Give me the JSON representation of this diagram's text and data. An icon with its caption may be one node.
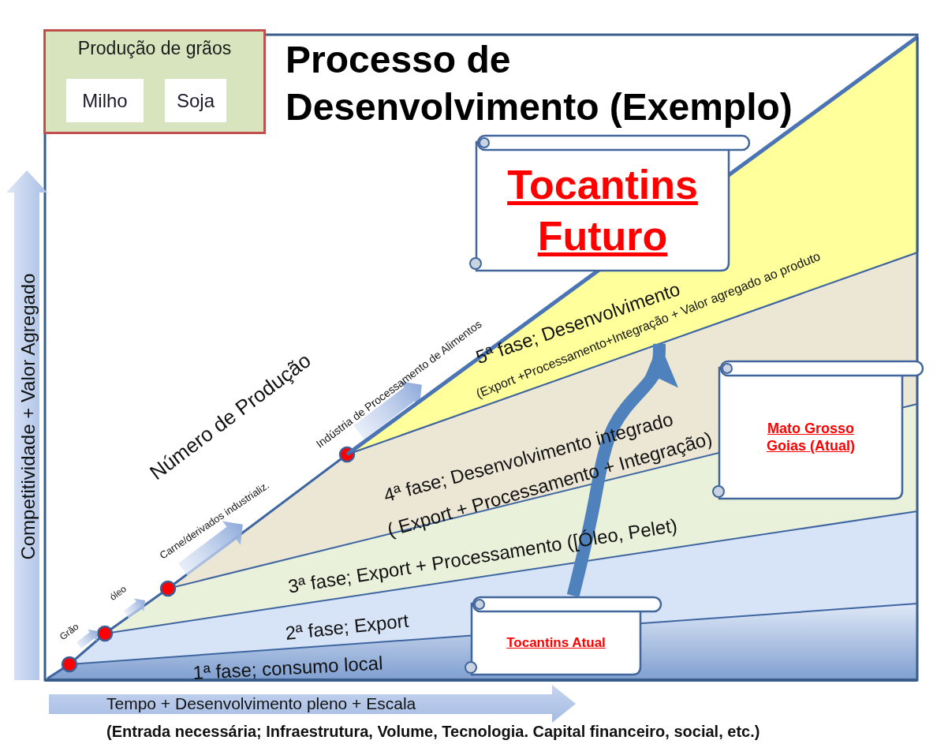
{
  "diagram": {
    "title": "Processo de Desenvolvimento (Exemplo)",
    "nodes": [
      {
        "text": [
          "Produção de grãos"
        ]
      },
      {
        "text": [
          "Milho"
        ],
        "in": 0
      },
      {
        "text": [
          "Soja"
        ],
        "in": 0
      },
      {
        "text": [
          "Tocantins Futuro"
        ]
      },
      {
        "text": [
          "Mato Grosso Goias (Atual)"
        ]
      },
      {
        "text": [
          "Tocantins Atual"
        ]
      },
      {
        "text": [
          "5ª fase; Desenvolvimento",
          "(Export +Processamento+Integração + Valor agregado ao produto"
        ]
      }
    ],
    "edges": [
      {
        "from": 5,
        "to": 6,
        "arrow": "to"
      }
    ],
    "labels": [
      "Competitividade + Valor Agregado",
      "Número de Produção",
      "Indústria de Processamento de Alimentos",
      "Carne/derivados industrializ.",
      "4ª fase; Desenvolvimento integrado",
      "( Export + Processamento + Integração)",
      "óleo",
      "3ª fase; Export + Processamento ([Óleo, Pelet)",
      "Grão",
      "2ª fase; Export",
      "1ª fase; consumo local",
      "Tempo + Desenvolvimento pleno + Escala",
      "(Entrada necessária; Infraestrutura, Volume, Tecnologia. Capital financeiro, social, etc.)"
    ]
  }
}
